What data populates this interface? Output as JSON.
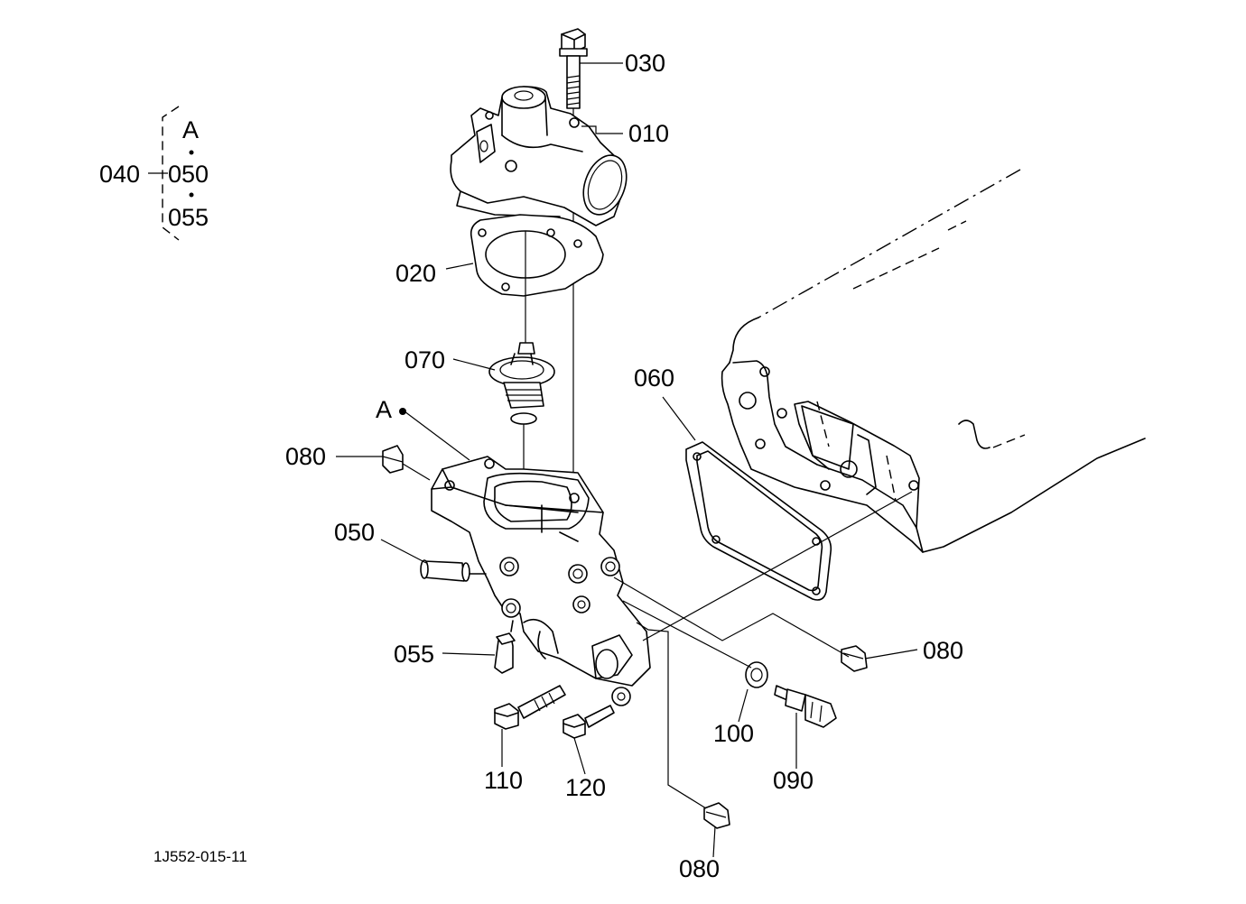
{
  "part_labels": {
    "p030": "030",
    "p010": "010",
    "p020": "020",
    "p070": "070",
    "p060": "060",
    "p080_left": "080",
    "p050": "050",
    "p055": "055",
    "p080_right": "080",
    "p100": "100",
    "p090": "090",
    "p110": "110",
    "p120": "120",
    "p080_bottom": "080"
  },
  "kit": {
    "ref": "040",
    "items": [
      "A",
      "050",
      "055"
    ]
  },
  "marker": "A",
  "drawing_code": "1J552-015-11"
}
